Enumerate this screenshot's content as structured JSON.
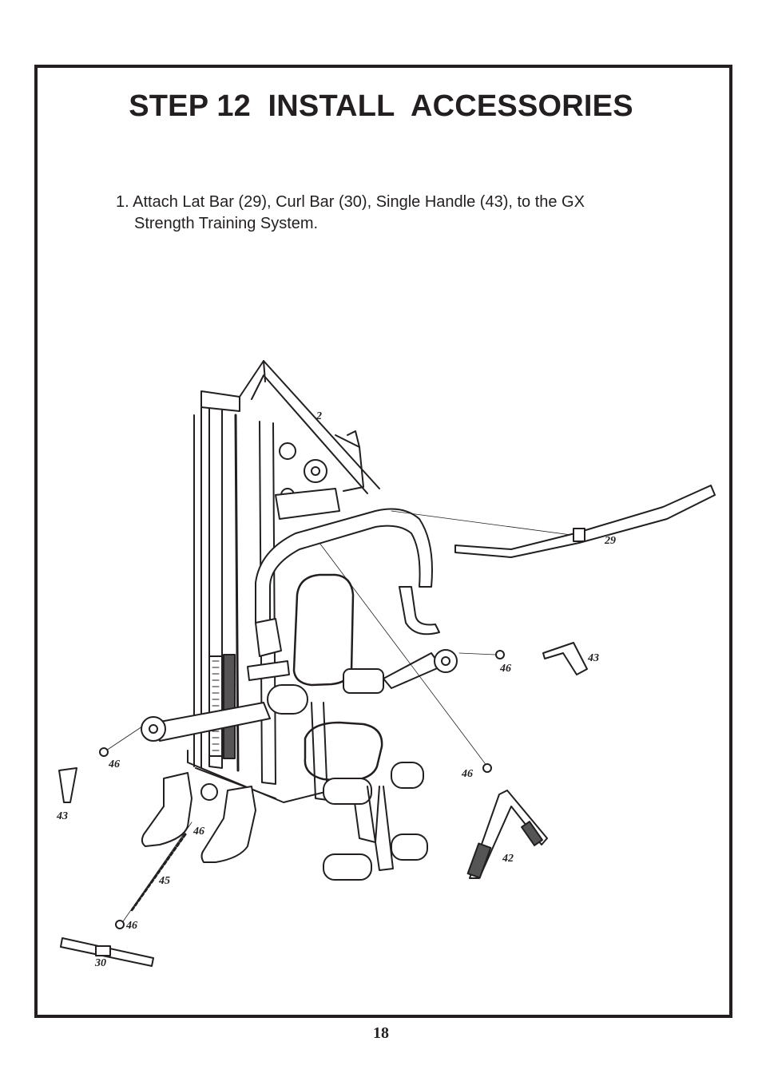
{
  "title": "STEP 12  INSTALL  ACCESSORIES",
  "instruction": {
    "line1": "1. Attach Lat Bar (29), Curl Bar (30), Single Handle (43), to the GX",
    "line2": "Strength Training System."
  },
  "callouts": {
    "c2": "2",
    "c29": "29",
    "c43_right": "43",
    "c46_right": "46",
    "c46_left": "46",
    "c43_left": "43",
    "c46_mid": "46",
    "c46_pedal": "46",
    "c45": "45",
    "c46_low": "46",
    "c30": "30",
    "c42": "42"
  },
  "page_number": "18"
}
